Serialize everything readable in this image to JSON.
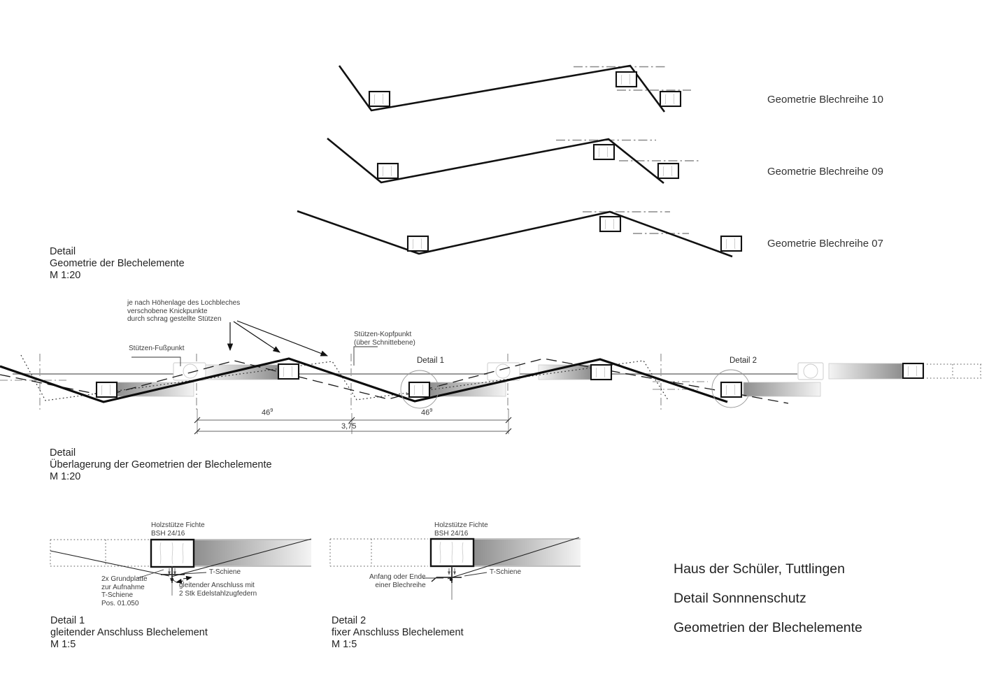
{
  "rows": [
    {
      "label": "Geometrie Blechreihe 10"
    },
    {
      "label": "Geometrie Blechreihe 09"
    },
    {
      "label": "Geometrie Blechreihe 07"
    }
  ],
  "detail_geometry_caption": {
    "line1": "Detail",
    "line2": "Geometrie der Blechelemente",
    "line3": "M 1:20"
  },
  "overlay": {
    "note_line1": "je nach Höhenlage des Lochbleches",
    "note_line2": "verschobene Knickpunkte",
    "note_line3": "durch schrag gestellte Stützen",
    "fusspunkt": "Stützen-Fußpunkt",
    "kopfpunkt_line1": "Stützen-Kopfpunkt",
    "kopfpunkt_line2": "(über Schnittebene)",
    "detail1_marker": "Detail 1",
    "detail2_marker": "Detail 2",
    "dim_left": {
      "value": "46",
      "sup": "9"
    },
    "dim_right": {
      "value": "46",
      "sup": "9"
    },
    "dim_total": "3,75",
    "caption": {
      "line1": "Detail",
      "line2": "Überlagerung der Geometrien der Blechelemente",
      "line3": "M 1:20"
    }
  },
  "detail1": {
    "column_line1": "Holzstütze Fichte",
    "column_line2": "BSH 24/16",
    "grundplatte": [
      "2x Grundplatte",
      "zur Aufnahme",
      "T-Schiene",
      "Pos. 01.050"
    ],
    "t_schiene": "T-Schiene",
    "anschluss_line1": "gleitender Anschluss mit",
    "anschluss_line2": "2 Stk Edelstahlzugfedern",
    "caption": {
      "line1": "Detail 1",
      "line2": "gleitender Anschluss Blechelement",
      "line3": "M 1:5"
    }
  },
  "detail2": {
    "column_line1": "Holzstütze Fichte",
    "column_line2": "BSH 24/16",
    "anfang_line1": "Anfang oder Ende",
    "anfang_line2": "einer Blechreihe",
    "t_schiene": "T-Schiene",
    "caption": {
      "line1": "Detail 2",
      "line2": "fixer Anschluss Blechelement",
      "line3": "M 1:5"
    }
  },
  "title_block": {
    "project": "Haus der Schüler, Tuttlingen",
    "sheet_title": "Detail Sonnnenschutz",
    "content_title": "Geometrien der Blechelemente"
  },
  "colors": {
    "line": "#1a1a1a",
    "annotation": "#3c3c3c",
    "dashdot": "#8a8a8a",
    "grey_fill_dark": "#8e8e8e",
    "grey_fill_light": "#f4f4f4"
  }
}
